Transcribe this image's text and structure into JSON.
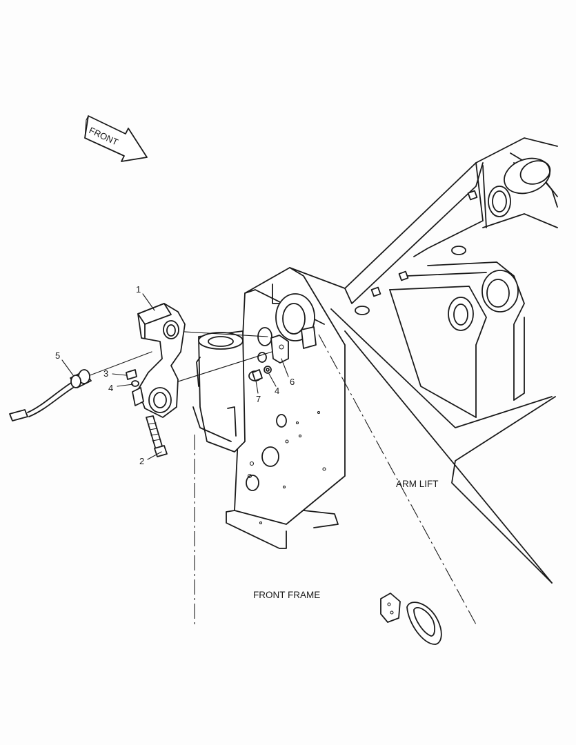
{
  "direction_arrow": {
    "label": "FRONT"
  },
  "callouts": [
    {
      "id": "1",
      "text": "1"
    },
    {
      "id": "2",
      "text": "2"
    },
    {
      "id": "3",
      "text": "3"
    },
    {
      "id": "4a",
      "text": "4"
    },
    {
      "id": "4b",
      "text": "4"
    },
    {
      "id": "5",
      "text": "5"
    },
    {
      "id": "6",
      "text": "6"
    },
    {
      "id": "7",
      "text": "7"
    }
  ],
  "region_labels": {
    "arm_lift": "ARM LIFT",
    "front_frame": "FRONT FRAME"
  }
}
